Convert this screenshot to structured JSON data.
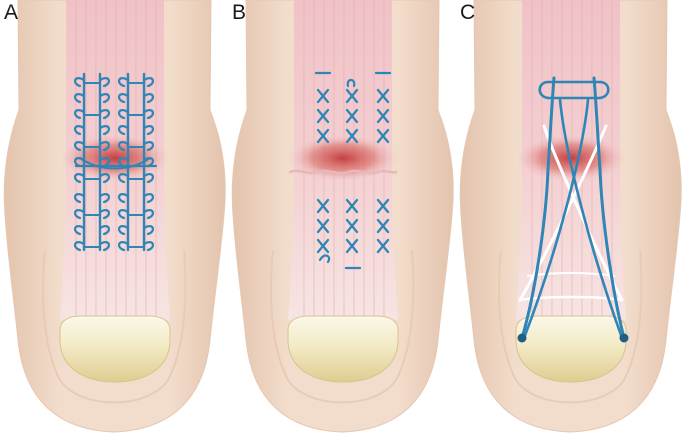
{
  "panels": [
    {
      "label": "A",
      "technique": "krackow"
    },
    {
      "label": "B",
      "technique": "cross"
    },
    {
      "label": "C",
      "technique": "percutaneous"
    }
  ],
  "colors": {
    "background": "#ffffff",
    "skin": "#f2dccb",
    "skin_shadow": "#e3c4ad",
    "tendon": "#f3cfd1",
    "tendon_fiber": "#e3aab1",
    "rupture": "#c2383a",
    "suture": "#2f86b6",
    "suture_secondary": "#ffffff",
    "calcaneus_top": "#fbf8ea",
    "calcaneus_bottom": "#dfcc90"
  }
}
